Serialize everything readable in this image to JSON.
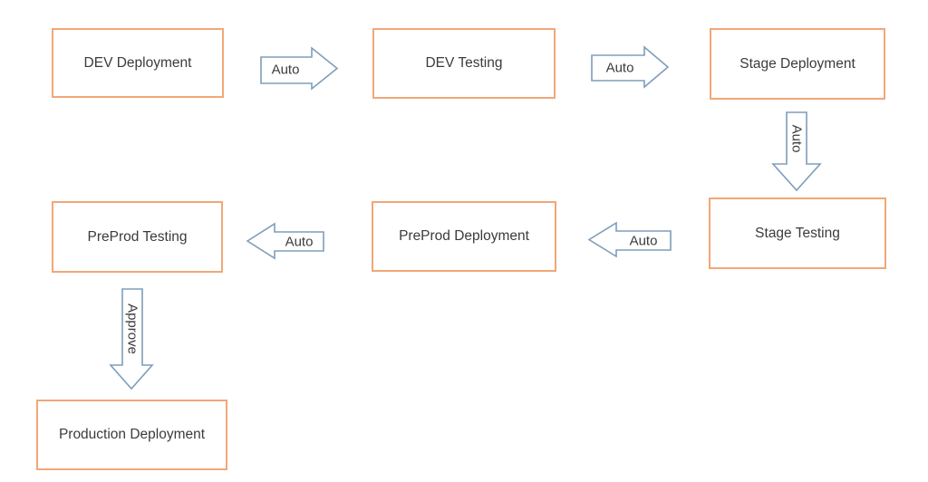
{
  "diagram": {
    "type": "flowchart",
    "colors": {
      "background": "#ffffff",
      "box_border": "#f2a778",
      "box_fill": "#ffffff",
      "arrow_stroke": "#7e9dbb",
      "arrow_fill": "#ffffff",
      "text": "#3b3b3b"
    },
    "nodes": [
      {
        "id": "dev-deployment",
        "label": "DEV Deployment"
      },
      {
        "id": "dev-testing",
        "label": "DEV Testing"
      },
      {
        "id": "stage-deployment",
        "label": "Stage Deployment"
      },
      {
        "id": "preprod-testing",
        "label": "PreProd Testing"
      },
      {
        "id": "preprod-deployment",
        "label": "PreProd Deployment"
      },
      {
        "id": "stage-testing",
        "label": "Stage Testing"
      },
      {
        "id": "production-deployment",
        "label": "Production Deployment"
      }
    ],
    "arrows": [
      {
        "from": "dev-deployment",
        "to": "dev-testing",
        "label": "Auto",
        "direction": "right"
      },
      {
        "from": "dev-testing",
        "to": "stage-deployment",
        "label": "Auto",
        "direction": "right"
      },
      {
        "from": "stage-deployment",
        "to": "stage-testing",
        "label": "Auto",
        "direction": "down"
      },
      {
        "from": "stage-testing",
        "to": "preprod-deployment",
        "label": "Auto",
        "direction": "left"
      },
      {
        "from": "preprod-deployment",
        "to": "preprod-testing",
        "label": "Auto",
        "direction": "left"
      },
      {
        "from": "preprod-testing",
        "to": "production-deployment",
        "label": "Approve",
        "direction": "down"
      }
    ]
  }
}
